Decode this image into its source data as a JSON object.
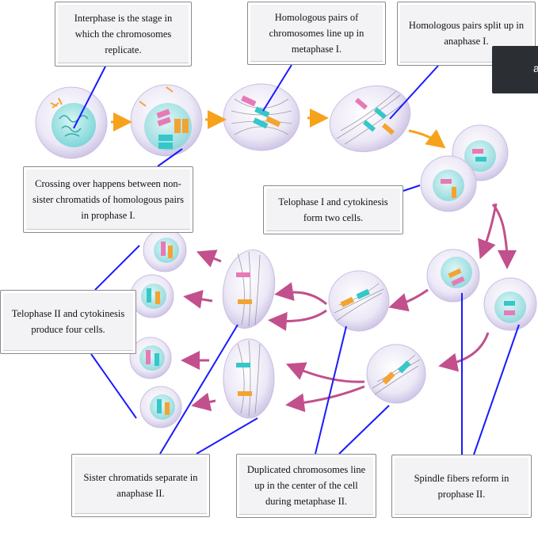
{
  "labels": {
    "interphase": "Interphase is the stage in which the chromosomes replicate.",
    "metaphase_1": "Homologous pairs of chromosomes line up in metaphase I.",
    "anaphase_1": "Homologous pairs split up in anaphase I.",
    "prophase_1": "Crossing over happens between non-sister chromatids of homologous pairs in prophase I.",
    "telophase_1": "Telophase I and cytokinesis form two cells.",
    "telophase_2": "Telophase II and cytokinesis produce four cells.",
    "anaphase_2": "Sister chromatids separate in anaphase II.",
    "metaphase_2": "Duplicated chromosomes line up in the center of the cell during metaphase II.",
    "prophase_2": "Spindle fibers reform in prophase II."
  },
  "overlay_tab": {
    "text": "a"
  },
  "colors": {
    "leader_line": "#1a1aff",
    "orange_arrow": "#f7a21b",
    "pink_arrow": "#c2508d",
    "cell_fill": "#e7e2f3",
    "nucleus_fill": "#7fd6d9",
    "chromosome_pink": "#e879b6",
    "chromosome_teal": "#35c7c9",
    "chromosome_orange": "#f3a430"
  }
}
